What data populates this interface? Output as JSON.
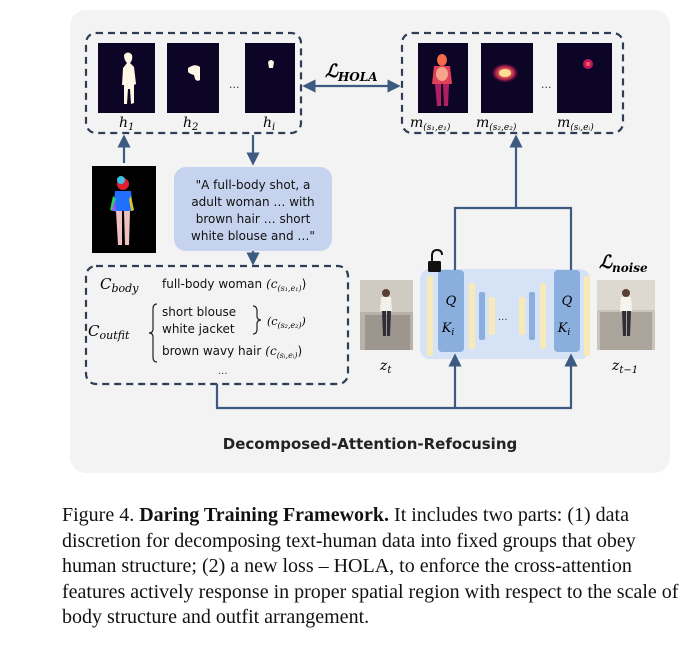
{
  "figure": {
    "title": "Decomposed-Attention-Refocusing",
    "loss_hola": "HOLA",
    "loss_noise": "noise",
    "loss_symbol": "ℒ",
    "ellipsis": "...",
    "heatmaps_left": [
      {
        "label_main": "h",
        "label_sub": "1"
      },
      {
        "label_main": "h",
        "label_sub": "2"
      },
      {
        "label_main": "h",
        "label_sub": "i"
      }
    ],
    "heatmaps_right": [
      {
        "label_main": "m",
        "label_sub": "(s₁,e₁)"
      },
      {
        "label_main": "m",
        "label_sub": "(s₂,e₂)"
      },
      {
        "label_main": "m",
        "label_sub": "(sᵢ,eᵢ)"
      }
    ],
    "prompt_lines": [
      "\"A full-body shot, a",
      "adult woman … with",
      "brown hair … short",
      "white blouse and …\""
    ],
    "conditions": {
      "body_main": "C",
      "body_sub": "body",
      "body_text": "full-body woman",
      "body_idx": "(c",
      "body_idx_sub": "(s₁,e₁)",
      "outfit_main": "C",
      "outfit_sub": "outfit",
      "outfit_items": [
        "short blouse",
        "white jacket",
        "brown wavy hair"
      ],
      "outfit_idx_2": "(c",
      "outfit_idx_2_sub": "(s₂,e₂)",
      "outfit_idx_3": "(c",
      "outfit_idx_3_sub": "(sᵢ,eᵢ)",
      "dots": "..."
    },
    "unet": {
      "q": "Q",
      "k": "K",
      "k_sub": "i",
      "dots": "..."
    },
    "zt_main": "z",
    "zt_sub": "t",
    "zt1_main": "z",
    "zt1_sub": "t−1"
  },
  "caption": {
    "label": "Figure 4.",
    "bold": "Daring Training Framework.",
    "text": "It includes two parts: (1) data discretion for decomposing text-human data into fixed groups that obey human structure; (2) a new loss – HOLA, to enforce the cross-attention features actively response in proper spatial region with respect to the scale of body structure and outfit arrangement."
  },
  "colors": {
    "panel_bg": "#f3f3f3",
    "dashed": "#2d3e55",
    "arrow": "#3d5a80",
    "prompt_bg": "#c5d3ee",
    "unet_bg": "#d6e2f5",
    "block_blue": "#8aaede",
    "block_yellow": "#f7eab8"
  }
}
